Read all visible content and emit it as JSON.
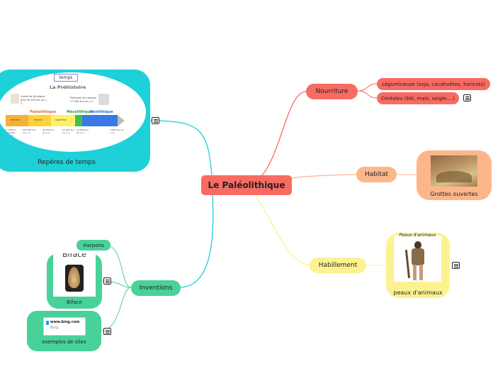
{
  "center": {
    "label": "Le Paléolithique"
  },
  "nourriture": {
    "label": "Nourriture",
    "children": [
      "Légumineuse (soja, cacahuètes, haricots)",
      "Céréales (blé, maïs, seigle....)"
    ]
  },
  "habitat": {
    "label": "Habitat",
    "image_caption": "Grottes ouvertes"
  },
  "habillement": {
    "label": "Habillement",
    "image_title": "Peaux d'animaux",
    "image_caption": "peaux d'animaux"
  },
  "inventions": {
    "label": "Inventions",
    "children": {
      "harpons": "Harpons",
      "biface": {
        "title": "Biface",
        "caption": "Biface"
      },
      "web": {
        "site": "www.bing.com",
        "sub": "Bing",
        "caption": "exemples de silex"
      }
    }
  },
  "reperes": {
    "caption": "Repères de temps",
    "timeline": {
      "tag": "temps",
      "heading": "La Préhistoire",
      "box1": "Grotte de Bruniquel grès 20 000 ans av. J.-C.",
      "box2": "Peintures de Lascaux 17 000 ans av. J.-C.",
      "periods": [
        "Paléolithique",
        "Mésolithique",
        "Néolithique"
      ],
      "seg_labels": [
        "inférieur",
        "moyen",
        "supérieur"
      ],
      "dates": [
        "2 millions d'années av. J.-C.",
        "300 000 ans av. J.-C.",
        "40 000 ans av. J.-C.",
        "15 000 ans av. J.-C.",
        "10 000 ans av. J.-C.",
        "7000 ans av. J.-C."
      ]
    }
  },
  "colors": {
    "red": "#f76b62",
    "orange": "#fcb68a",
    "yellow": "#fdf291",
    "teal": "#1ed0d8",
    "green": "#49d19a"
  }
}
